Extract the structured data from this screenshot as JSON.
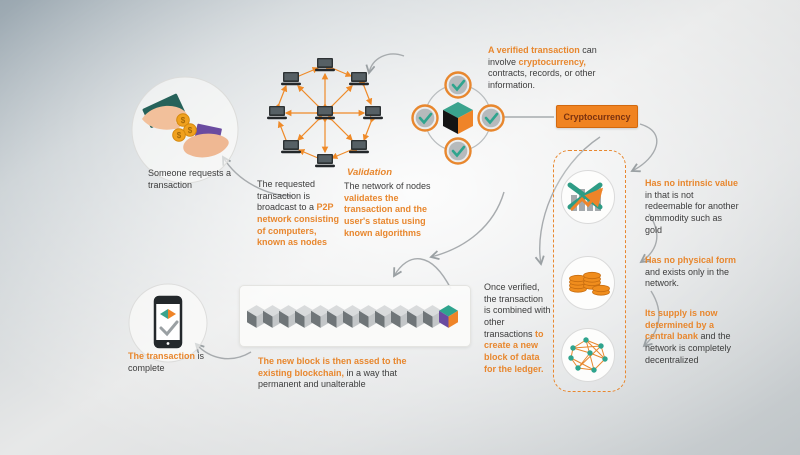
{
  "colors": {
    "accent_orange": "#E8872E",
    "teal": "#2FA48E",
    "purple": "#6A4BA0",
    "gold": "#F0A11E",
    "text_dark": "#3D3D3D",
    "arrow_gray": "#A7ABAE"
  },
  "request_step": {
    "caption": "Someone requests a transaction"
  },
  "broadcast_step": {
    "plain": "The requested transaction is broadcast to a ",
    "highlight": "P2P network consisting of computers, known as nodes"
  },
  "validation_step": {
    "heading": "Validation",
    "plain": "The network of nodes ",
    "highlight": "validates the transaction and the user's status using known algorithms"
  },
  "verified_note": {
    "highlight1": "A verified transaction",
    "plain1": " can involve ",
    "highlight2": "cryptocurrency,",
    "plain2": " contracts, records, or other information."
  },
  "cryptocurrency": {
    "button_label": "Cryptocurrency",
    "facts": [
      {
        "icon": "chart-icon",
        "highlight": "Has no intrinsic value",
        "plain": " in that is not redeemable for another commodity such as gold"
      },
      {
        "icon": "coins-icon",
        "highlight": "Has no physical form",
        "plain": " and exists only in the network."
      },
      {
        "icon": "network-graph-icon",
        "highlight": "Its supply is now determined by a central bank",
        "plain": " and the network is completely decentralized"
      }
    ]
  },
  "once_verified_step": {
    "plain": "Once verified, the transaction is combined with other transactions ",
    "highlight": "to create a new block of data for the ledger."
  },
  "new_block_step": {
    "highlight": "The new block is then assed to the existing blockchain,",
    "plain": "  in a way that permanent and unalterable"
  },
  "complete_step": {
    "highlight": "The transaction",
    "plain": " is complete"
  },
  "blockchain_strip": {
    "gray_cubes": 12,
    "colored_cubes": 1
  }
}
